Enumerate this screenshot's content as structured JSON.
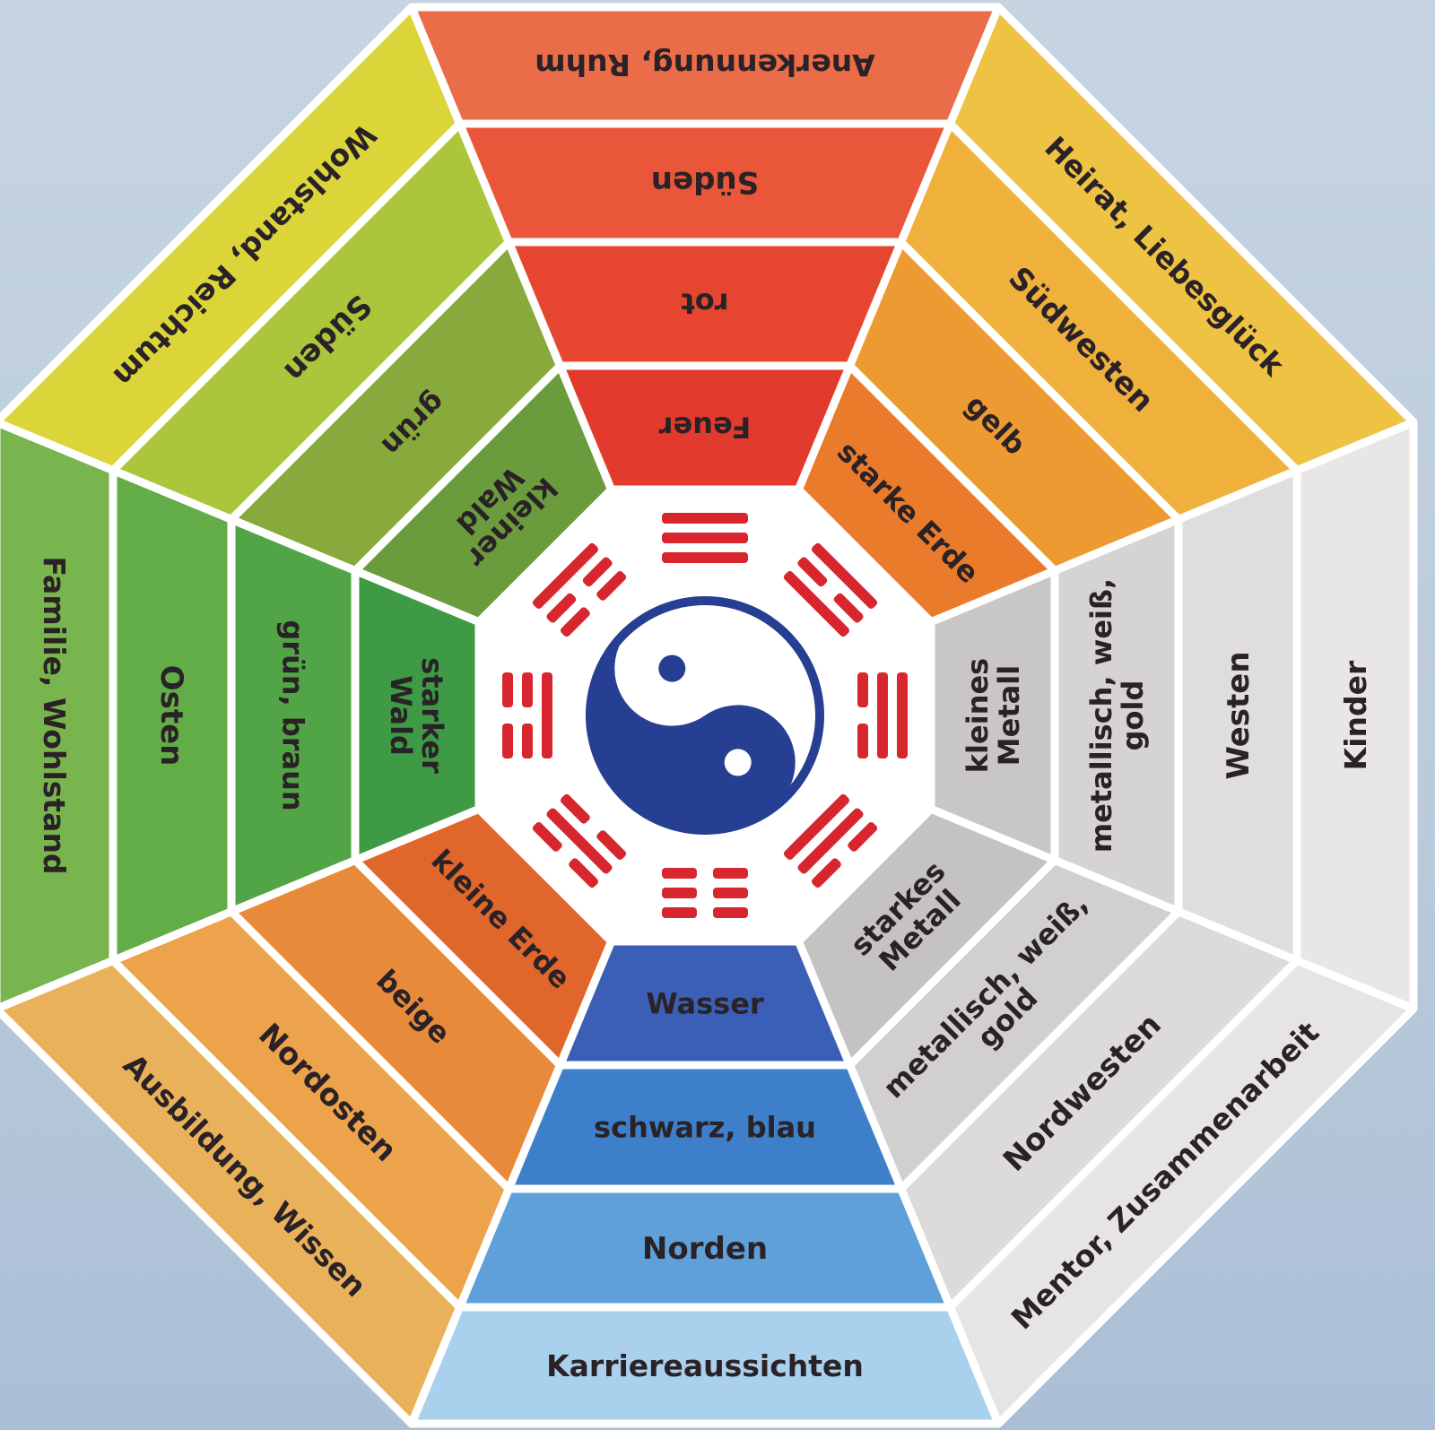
{
  "center_color": "#ffffff",
  "yinyang": {
    "dark": "#263f93",
    "light": "#ffffff"
  },
  "trigram_color": "#d8262f",
  "trigrams": [
    [
      1,
      1,
      0
    ],
    [
      0,
      1,
      1
    ],
    [
      0,
      0,
      0
    ],
    [
      0,
      1,
      0
    ],
    [
      0,
      0,
      1
    ],
    [
      1,
      0,
      0
    ],
    [
      1,
      1,
      1
    ],
    [
      1,
      0,
      1
    ]
  ],
  "sectors": [
    {
      "id": "west",
      "rings": [
        {
          "label": "kleines Metall",
          "lines": [
            "kleines",
            "Metall"
          ],
          "color": "#c8c7c5"
        },
        {
          "label": "metallisch, weiß, gold",
          "lines": [
            "metallisch, weiß,",
            "gold"
          ],
          "color": "#d5d4d2"
        },
        {
          "label": "Westen",
          "lines": [
            "Westen"
          ],
          "color": "#dfdedc"
        },
        {
          "label": "Kinder",
          "lines": [
            "Kinder"
          ],
          "color": "#e8e7e5"
        }
      ]
    },
    {
      "id": "northwest",
      "rings": [
        {
          "label": "starkes Metall",
          "lines": [
            "starkes",
            "Metall"
          ],
          "color": "#c4c3c1"
        },
        {
          "label": "metallisch, weiß, gold",
          "lines": [
            "metallisch, weiß,",
            "gold"
          ],
          "color": "#d1d0ce"
        },
        {
          "label": "Nordwesten",
          "lines": [
            "Nordwesten"
          ],
          "color": "#dcdbd9"
        },
        {
          "label": "Mentor, Zusammenarbeit",
          "lines": [
            "Mentor, Zusammenarbeit"
          ],
          "color": "#e6e5e3"
        }
      ]
    },
    {
      "id": "north",
      "rings": [
        {
          "label": "Wasser",
          "lines": [
            "Wasser"
          ],
          "color": "#3b5fb6",
          "text_color": "#ffffff"
        },
        {
          "label": "schwarz, blau",
          "lines": [
            "schwarz, blau"
          ],
          "color": "#3d7fc9",
          "text_color": "#ffffff"
        },
        {
          "label": "Norden",
          "lines": [
            "Norden"
          ],
          "color": "#5fa0d8"
        },
        {
          "label": "Karriereaussichten",
          "lines": [
            "Karriereaussichten"
          ],
          "color": "#a9d0ec"
        }
      ]
    },
    {
      "id": "northeast",
      "rings": [
        {
          "label": "kleine Erde",
          "lines": [
            "kleine Erde"
          ],
          "color": "#e0662c"
        },
        {
          "label": "beige",
          "lines": [
            "beige"
          ],
          "color": "#e78b3a"
        },
        {
          "label": "Nordosten",
          "lines": [
            "Nordosten"
          ],
          "color": "#eda24c"
        },
        {
          "label": "Ausbildung, Wissen",
          "lines": [
            "Ausbildung, Wissen"
          ],
          "color": "#e9b25a"
        }
      ]
    },
    {
      "id": "east",
      "rings": [
        {
          "label": "starker Wald",
          "lines": [
            "starker",
            "Wald"
          ],
          "color": "#3e9a44",
          "text_color": "#ffffff"
        },
        {
          "label": "grün, braun",
          "lines": [
            "grün, braun"
          ],
          "color": "#52a546"
        },
        {
          "label": "Osten",
          "lines": [
            "Osten"
          ],
          "color": "#63ad48"
        },
        {
          "label": "Familie, Wohlstand",
          "lines": [
            "Familie, Wohlstand"
          ],
          "color": "#78b54e"
        }
      ]
    },
    {
      "id": "southeast",
      "rings": [
        {
          "label": "kleiner Wald",
          "lines": [
            "kleiner",
            "Wald"
          ],
          "color": "#6a9b3d"
        },
        {
          "label": "grün",
          "lines": [
            "grün"
          ],
          "color": "#88aa3c"
        },
        {
          "label": "Süden",
          "lines": [
            "Süden"
          ],
          "color": "#acc63c"
        },
        {
          "label": "Wohlstand, Reichtum",
          "lines": [
            "Wohlstand, Reichtum"
          ],
          "color": "#dbd53a"
        }
      ]
    },
    {
      "id": "south",
      "rings": [
        {
          "label": "Feuer",
          "lines": [
            "Feuer"
          ],
          "color": "#e23b2e"
        },
        {
          "label": "rot",
          "lines": [
            "rot"
          ],
          "color": "#e6462f"
        },
        {
          "label": "Süden",
          "lines": [
            "Süden"
          ],
          "color": "#e9563a"
        },
        {
          "label": "Anerkennung, Ruhm",
          "lines": [
            "Anerkennung, Ruhm"
          ],
          "color": "#ea6c48"
        }
      ]
    },
    {
      "id": "southwest",
      "rings": [
        {
          "label": "starke Erde",
          "lines": [
            "starke Erde"
          ],
          "color": "#e97b2a"
        },
        {
          "label": "gelb",
          "lines": [
            "gelb"
          ],
          "color": "#ee9a33"
        },
        {
          "label": "Südwesten",
          "lines": [
            "Südwesten"
          ],
          "color": "#efb03c"
        },
        {
          "label": "Heirat, Liebesglück",
          "lines": [
            "Heirat, Liebesglück"
          ],
          "color": "#eec242"
        }
      ]
    }
  ]
}
